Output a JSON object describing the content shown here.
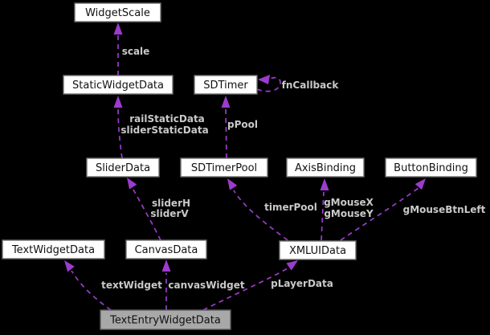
{
  "diagram": {
    "type": "collaboration-graph",
    "nodes": [
      {
        "id": "widget-scale",
        "label": "WidgetScale"
      },
      {
        "id": "static-widget-data",
        "label": "StaticWidgetData"
      },
      {
        "id": "sd-timer",
        "label": "SDTimer"
      },
      {
        "id": "slider-data",
        "label": "SliderData"
      },
      {
        "id": "sd-timer-pool",
        "label": "SDTimerPool"
      },
      {
        "id": "axis-binding",
        "label": "AxisBinding"
      },
      {
        "id": "button-binding",
        "label": "ButtonBinding"
      },
      {
        "id": "text-widget-data",
        "label": "TextWidgetData"
      },
      {
        "id": "canvas-data",
        "label": "CanvasData"
      },
      {
        "id": "xmlui-data",
        "label": "XMLUIData"
      },
      {
        "id": "text-entry-widget-data",
        "label": "TextEntryWidgetData"
      }
    ],
    "edges": [
      {
        "from": "StaticWidgetData",
        "to": "WidgetScale",
        "labels": [
          "scale"
        ]
      },
      {
        "from": "SliderData",
        "to": "StaticWidgetData",
        "labels": [
          "railStaticData",
          "sliderStaticData"
        ]
      },
      {
        "from": "SDTimerPool",
        "to": "SDTimer",
        "labels": [
          "pPool"
        ]
      },
      {
        "from": "SDTimer",
        "to": "SDTimer",
        "labels": [
          "fnCallback"
        ]
      },
      {
        "from": "CanvasData",
        "to": "SliderData",
        "labels": [
          "sliderH",
          "sliderV"
        ]
      },
      {
        "from": "XMLUIData",
        "to": "SDTimerPool",
        "labels": [
          "timerPool"
        ]
      },
      {
        "from": "XMLUIData",
        "to": "AxisBinding",
        "labels": [
          "gMouseX",
          "gMouseY"
        ]
      },
      {
        "from": "XMLUIData",
        "to": "ButtonBinding",
        "labels": [
          "gMouseBtnLeft"
        ]
      },
      {
        "from": "TextEntryWidgetData",
        "to": "TextWidgetData",
        "labels": [
          "textWidget"
        ]
      },
      {
        "from": "TextEntryWidgetData",
        "to": "CanvasData",
        "labels": [
          "canvasWidget"
        ]
      },
      {
        "from": "TextEntryWidgetData",
        "to": "XMLUIData",
        "labels": [
          "pLayerData"
        ]
      }
    ],
    "colors": {
      "background": "#000000",
      "node_fill": "#ffffff",
      "node_border": "#6e6e6e",
      "node_text": "#111111",
      "highlight_node_fill": "#a8a8a8",
      "edge": "#9c3ccd",
      "edge_label": "#c9c9c9"
    }
  }
}
